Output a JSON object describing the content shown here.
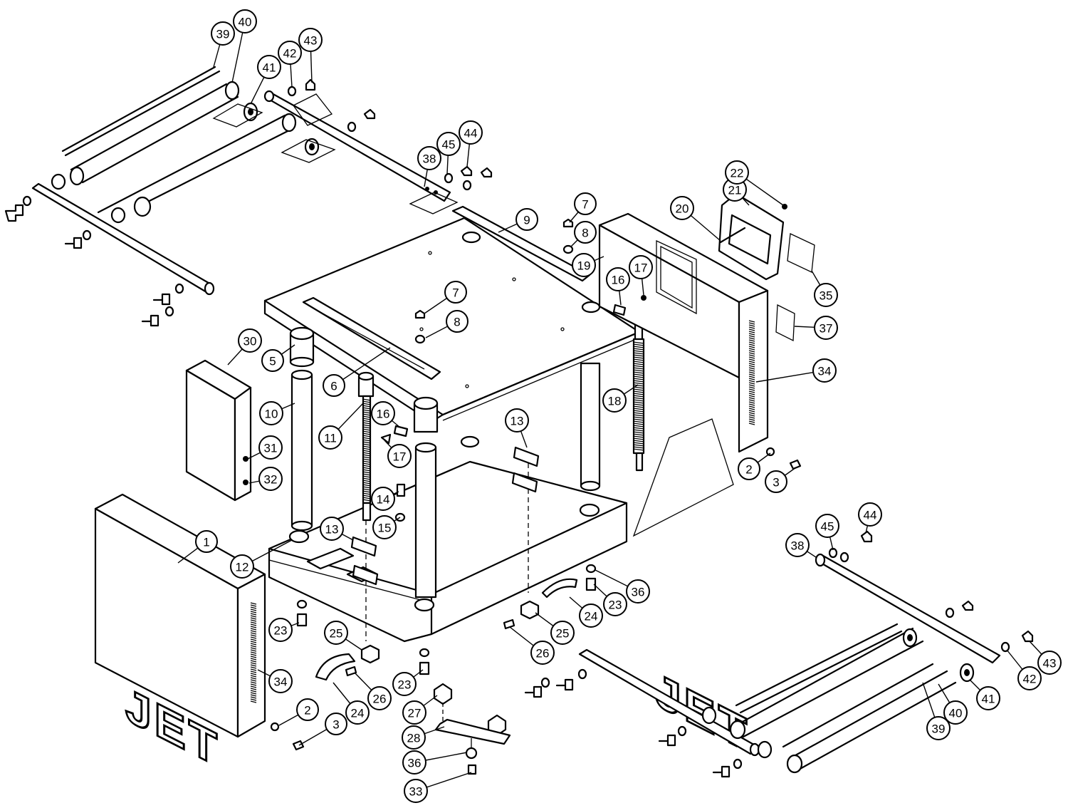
{
  "logos": [
    "JET",
    "JET"
  ],
  "callouts": [
    {
      "id": "c1",
      "label": "1"
    },
    {
      "id": "c2a",
      "label": "2"
    },
    {
      "id": "c2b",
      "label": "2"
    },
    {
      "id": "c3a",
      "label": "3"
    },
    {
      "id": "c3b",
      "label": "3"
    },
    {
      "id": "c5",
      "label": "5"
    },
    {
      "id": "c6",
      "label": "6"
    },
    {
      "id": "c7a",
      "label": "7"
    },
    {
      "id": "c7b",
      "label": "7"
    },
    {
      "id": "c8a",
      "label": "8"
    },
    {
      "id": "c8b",
      "label": "8"
    },
    {
      "id": "c9",
      "label": "9"
    },
    {
      "id": "c10",
      "label": "10"
    },
    {
      "id": "c11",
      "label": "11"
    },
    {
      "id": "c12",
      "label": "12"
    },
    {
      "id": "c13a",
      "label": "13"
    },
    {
      "id": "c13b",
      "label": "13"
    },
    {
      "id": "c14",
      "label": "14"
    },
    {
      "id": "c15",
      "label": "15"
    },
    {
      "id": "c16a",
      "label": "16"
    },
    {
      "id": "c16b",
      "label": "16"
    },
    {
      "id": "c17a",
      "label": "17"
    },
    {
      "id": "c17b",
      "label": "17"
    },
    {
      "id": "c18",
      "label": "18"
    },
    {
      "id": "c19",
      "label": "19"
    },
    {
      "id": "c20",
      "label": "20"
    },
    {
      "id": "c21",
      "label": "21"
    },
    {
      "id": "c22",
      "label": "22"
    },
    {
      "id": "c23a",
      "label": "23"
    },
    {
      "id": "c23b",
      "label": "23"
    },
    {
      "id": "c23c",
      "label": "23"
    },
    {
      "id": "c24a",
      "label": "24"
    },
    {
      "id": "c24b",
      "label": "24"
    },
    {
      "id": "c25a",
      "label": "25"
    },
    {
      "id": "c25b",
      "label": "25"
    },
    {
      "id": "c26a",
      "label": "26"
    },
    {
      "id": "c26b",
      "label": "26"
    },
    {
      "id": "c27",
      "label": "27"
    },
    {
      "id": "c28",
      "label": "28"
    },
    {
      "id": "c30",
      "label": "30"
    },
    {
      "id": "c31",
      "label": "31"
    },
    {
      "id": "c32",
      "label": "32"
    },
    {
      "id": "c33",
      "label": "33"
    },
    {
      "id": "c34a",
      "label": "34"
    },
    {
      "id": "c34b",
      "label": "34"
    },
    {
      "id": "c35",
      "label": "35"
    },
    {
      "id": "c36a",
      "label": "36"
    },
    {
      "id": "c36b",
      "label": "36"
    },
    {
      "id": "c37",
      "label": "37"
    },
    {
      "id": "c38a",
      "label": "38"
    },
    {
      "id": "c38b",
      "label": "38"
    },
    {
      "id": "c39a",
      "label": "39"
    },
    {
      "id": "c39b",
      "label": "39"
    },
    {
      "id": "c40a",
      "label": "40"
    },
    {
      "id": "c40b",
      "label": "40"
    },
    {
      "id": "c41a",
      "label": "41"
    },
    {
      "id": "c41b",
      "label": "41"
    },
    {
      "id": "c42a",
      "label": "42"
    },
    {
      "id": "c42b",
      "label": "42"
    },
    {
      "id": "c43a",
      "label": "43"
    },
    {
      "id": "c43b",
      "label": "43"
    },
    {
      "id": "c44a",
      "label": "44"
    },
    {
      "id": "c44b",
      "label": "44"
    },
    {
      "id": "c45a",
      "label": "45"
    },
    {
      "id": "c45b",
      "label": "45"
    }
  ]
}
